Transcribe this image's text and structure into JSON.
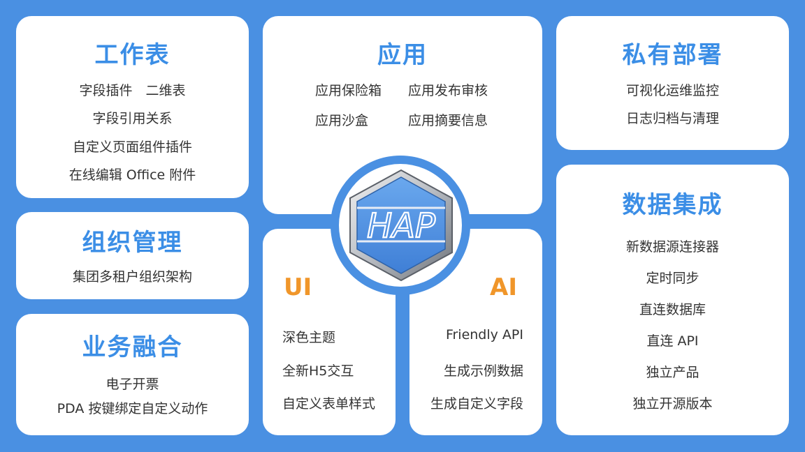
{
  "worksheet": {
    "title": "工作表",
    "items": [
      "字段插件　二维表",
      "字段引用关系",
      "自定义页面组件插件",
      "在线编辑 Office 附件"
    ]
  },
  "org": {
    "title": "组织管理",
    "items": [
      "集团多租户组织架构"
    ]
  },
  "business": {
    "title": "业务融合",
    "items": [
      "电子开票",
      "PDA 按键绑定自定义动作"
    ]
  },
  "app": {
    "title": "应用",
    "items": [
      "应用保险箱",
      "应用发布审核",
      "应用沙盒",
      "应用摘要信息"
    ]
  },
  "ui": {
    "title": "UI",
    "items": [
      "深色主题",
      "全新H5交互",
      "自定义表单样式"
    ]
  },
  "ai": {
    "title": "AI",
    "items": [
      "Friendly API",
      "生成示例数据",
      "生成自定义字段"
    ]
  },
  "private": {
    "title": "私有部署",
    "items": [
      "可视化运维监控",
      "日志归档与清理"
    ]
  },
  "integration": {
    "title": "数据集成",
    "items": [
      "新数据源连接器",
      "定时同步",
      "直连数据库",
      "直连 API",
      "独立产品",
      "独立开源版本"
    ]
  },
  "logo": {
    "text": "HAP"
  },
  "colors": {
    "background": "#4a90e2",
    "title": "#3b8ee6",
    "accent": "#f0962a"
  }
}
